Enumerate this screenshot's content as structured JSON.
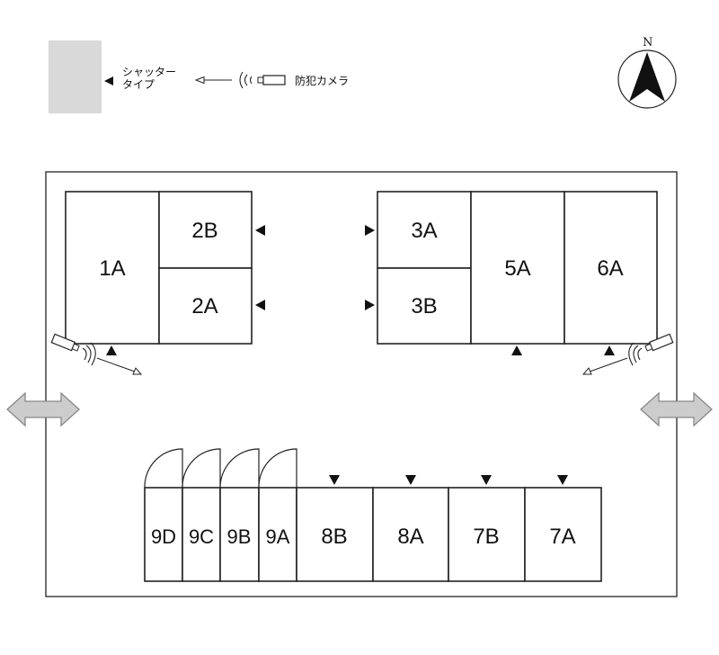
{
  "legend": {
    "shutter_line1": "シャッター",
    "shutter_line2": "タイプ",
    "camera_label": "防犯カメラ",
    "shutter_swatch_color": "#d9d9d9"
  },
  "compass": {
    "north_label": "N"
  },
  "units": {
    "u1A": "1A",
    "u2B": "2B",
    "u2A": "2A",
    "u3A": "3A",
    "u3B": "3B",
    "u5A": "5A",
    "u6A": "6A",
    "u9D": "9D",
    "u9C": "9C",
    "u9B": "9B",
    "u9A": "9A",
    "u8B": "8B",
    "u8A": "8A",
    "u7B": "7B",
    "u7A": "7A"
  },
  "colors": {
    "stroke": "#222222",
    "entrance_arrow_fill": "#cccccc",
    "entrance_arrow_stroke": "#888888"
  },
  "icons": {
    "camera": "security-camera-icon",
    "compass": "north-compass-icon",
    "shutter": "shutter-marker-triangle",
    "entrance": "double-arrow-icon"
  }
}
